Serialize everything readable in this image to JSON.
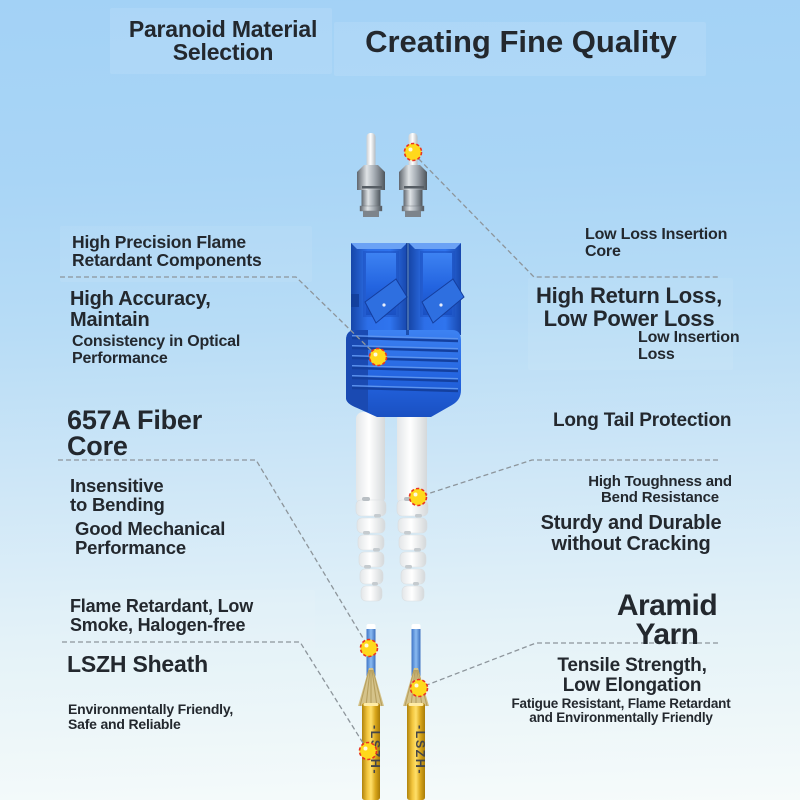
{
  "header": {
    "subtitle": "Paranoid Material\nSelection",
    "title": "Creating Fine Quality"
  },
  "left_callouts": {
    "high_precision": "High Precision Flame\nRetardant Components",
    "high_accuracy": "High Accuracy,\nMaintain",
    "consistency": "Consistency in Optical\nPerformance",
    "fiber_core": "657A Fiber\nCore",
    "insensitive": "Insensitive\nto Bending",
    "good_mechanical": "Good Mechanical\nPerformance",
    "flame_retardant": "Flame Retardant, Low\nSmoke, Halogen-free",
    "lszh_sheath": "LSZH Sheath",
    "environmentally": "Environmentally Friendly,\nSafe and Reliable"
  },
  "right_callouts": {
    "low_loss": "Low Loss Insertion\nCore",
    "high_return": "High Return Loss,\nLow Power Loss",
    "low_insertion": "Low Insertion\nLoss",
    "long_tail": "Long Tail Protection",
    "high_toughness": "High Toughness and\nBend Resistance",
    "sturdy": "Sturdy and Durable\nwithout Cracking",
    "aramid_yarn": "Aramid\nYarn",
    "tensile": "Tensile Strength,\nLow Elongation",
    "fatigue": "Fatigue Resistant, Flame Retardant\nand Environmentally Friendly"
  },
  "product": {
    "cable_print_left": "-LSZH-",
    "cable_print_right": "-LSZH-"
  },
  "colors": {
    "background_top": "#a3d2f6",
    "background_bottom": "#f6fbfa",
    "connector_blue": "#2368e8",
    "marker_yellow": "#ffd91c",
    "marker_ring_red": "#e93322",
    "cable_jacket_yellow": "#f3c63e",
    "callout_line_gray": "#8d959b",
    "text_dark": "#23282e"
  }
}
